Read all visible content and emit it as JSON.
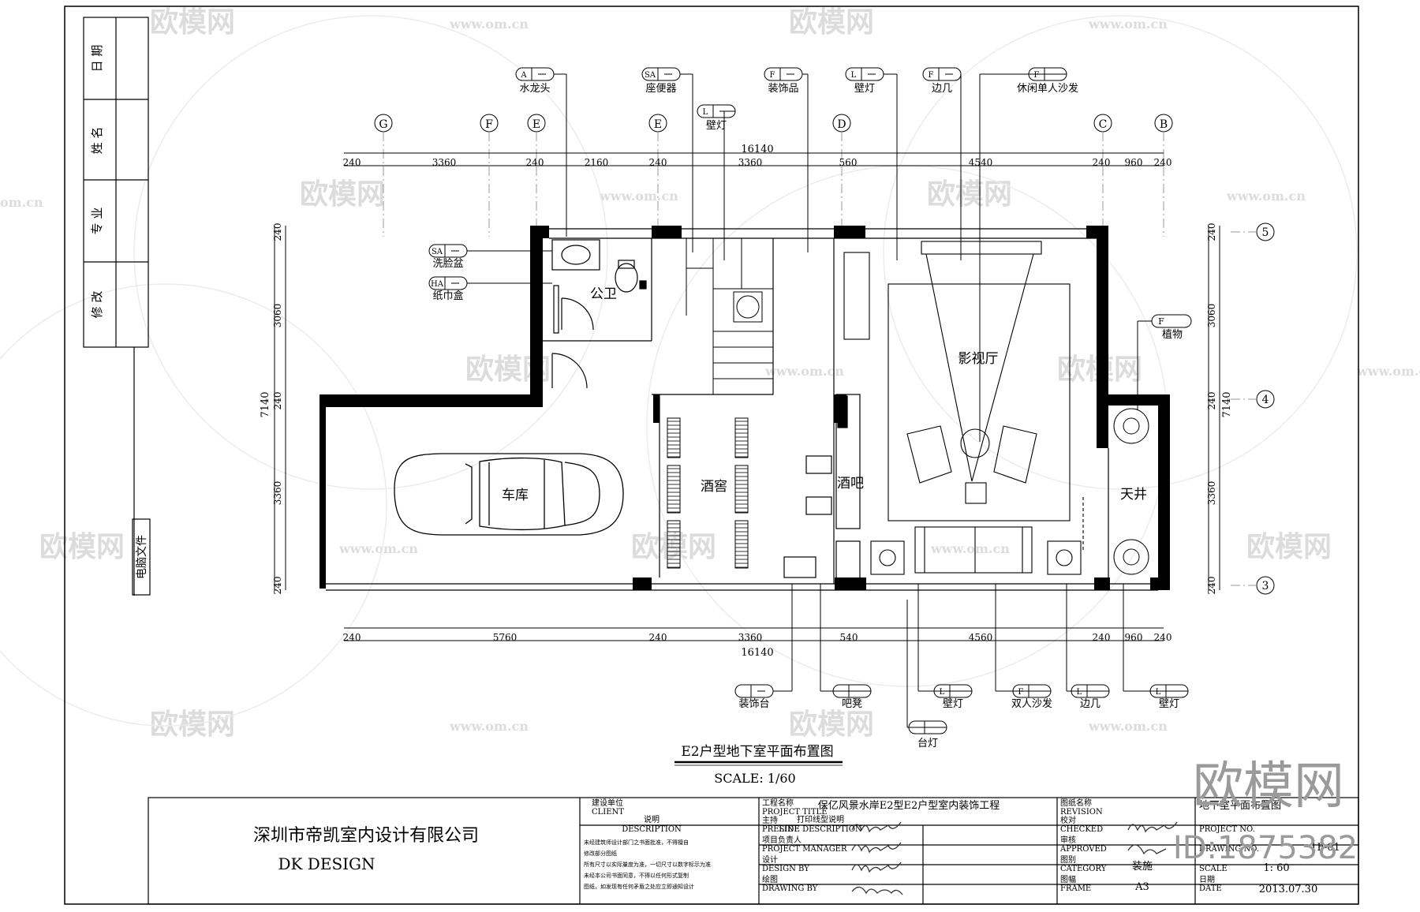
{
  "title": "E2户型地下室平面布置图",
  "scale_text": "SCALE: 1/60",
  "rooms": {
    "wc": "公卫",
    "garage": "车库",
    "wine_cellar": "酒窖",
    "bar": "酒吧",
    "theater": "影视厅",
    "skylight": "天井"
  },
  "grid_axes": {
    "top": [
      "G",
      "F",
      "E",
      "E",
      "D",
      "C",
      "B"
    ],
    "right": [
      "5",
      "4",
      "3"
    ]
  },
  "dims": {
    "top_total": "16140",
    "top": [
      "240",
      "3360",
      "240",
      "2160",
      "240",
      "3360",
      "560",
      "4540",
      "240",
      "960",
      "240"
    ],
    "bottom_total": "16140",
    "bottom": [
      "240",
      "5760",
      "240",
      "3360",
      "540",
      "4560",
      "240",
      "960",
      "240"
    ],
    "left_total": "7140",
    "left": [
      "240",
      "3060",
      "240",
      "3360",
      "240"
    ],
    "right_total": "7140",
    "right": [
      "240",
      "3060",
      "240",
      "3360",
      "240"
    ]
  },
  "tags_top": [
    {
      "code": "A",
      "label": "水龙头"
    },
    {
      "code": "SA",
      "label": "座便器"
    },
    {
      "code": "F",
      "label": "装饰品"
    },
    {
      "code": "L",
      "label": "壁灯"
    },
    {
      "code": "F",
      "label": "边几"
    },
    {
      "code": "F",
      "label": "休闲单人沙发"
    },
    {
      "code": "L",
      "label": "壁灯"
    }
  ],
  "tags_left": [
    {
      "code": "SA",
      "label": "洗脸盆"
    },
    {
      "code": "HA",
      "label": "纸巾盒"
    }
  ],
  "tag_right": {
    "code": "F",
    "label": "植物"
  },
  "tags_bottom": [
    {
      "code": "",
      "label": "装饰台"
    },
    {
      "code": "",
      "label": "吧凳"
    },
    {
      "code": "L",
      "label": "壁灯"
    },
    {
      "code": "F",
      "label": "双人沙发"
    },
    {
      "code": "L",
      "label": "边几"
    },
    {
      "code": "L",
      "label": "壁灯"
    },
    {
      "code": "",
      "label": "台灯"
    }
  ],
  "left_strip": {
    "rows": [
      "日 期",
      "姓 名",
      "专 业",
      "修 改"
    ],
    "file_label": "电脑文件"
  },
  "title_block": {
    "company_cn": "深圳市帝凯室内设计有限公司",
    "company_en": "DK      DESIGN",
    "client_cn": "建设单位",
    "client_en": "CLIENT",
    "desc_cn": "说明",
    "desc_en": "DESCRIPTION",
    "desc_lines": [
      "未经建筑师设计部门之书面批准，不得擅自",
      "修改部分图纸",
      "所有尺寸以实际量度为准，一切尺寸以数字标示为准",
      "未经本公司书面同意，不得以任何形式复制",
      "图纸，如发现有任何矛盾之处应立即通知设计"
    ],
    "project_cn": "工程名称",
    "project_en": "PROJECT TITLE",
    "project_name": "保亿风景水岸E2型E2户型室内装饰工程",
    "line_cn": "打印线型说明",
    "line_en": "LINE DESCRIPTION",
    "sheet_cn": "图纸名称",
    "sheet_en": "REVISION",
    "sheet_name": "地下室平面布置图",
    "preside_cn": "主持",
    "preside_en": "PRESIDE",
    "manager_cn": "项目负责人",
    "manager_en": "PROJECT MANAGER",
    "design_cn": "设计",
    "design_en": "DESIGN BY",
    "drawing_cn": "绘图",
    "drawing_en": "DRAWING BY",
    "checked_cn": "校对",
    "checked_en": "CHECKED",
    "approved_cn": "审核",
    "approved_en": "APPROVED",
    "category_cn": "图别",
    "category_en": "CATEGORY",
    "category_val": "装施",
    "frame_cn": "图幅",
    "frame_en": "FRAME",
    "frame_val": "A3",
    "proj_no_en": "PROJECT NO.",
    "drawing_no_en": "DRAWING NO.",
    "drawing_no": "1F-01",
    "scale_en": "SCALE",
    "scale_val": "1: 60",
    "date_cn": "日期",
    "date_en": "DATE",
    "date_val": "2013.07.30"
  },
  "watermarks": {
    "brand": "欧模网",
    "url": "www.om.cn",
    "url_short": "om.cn",
    "id_text": "ID:1875382"
  }
}
